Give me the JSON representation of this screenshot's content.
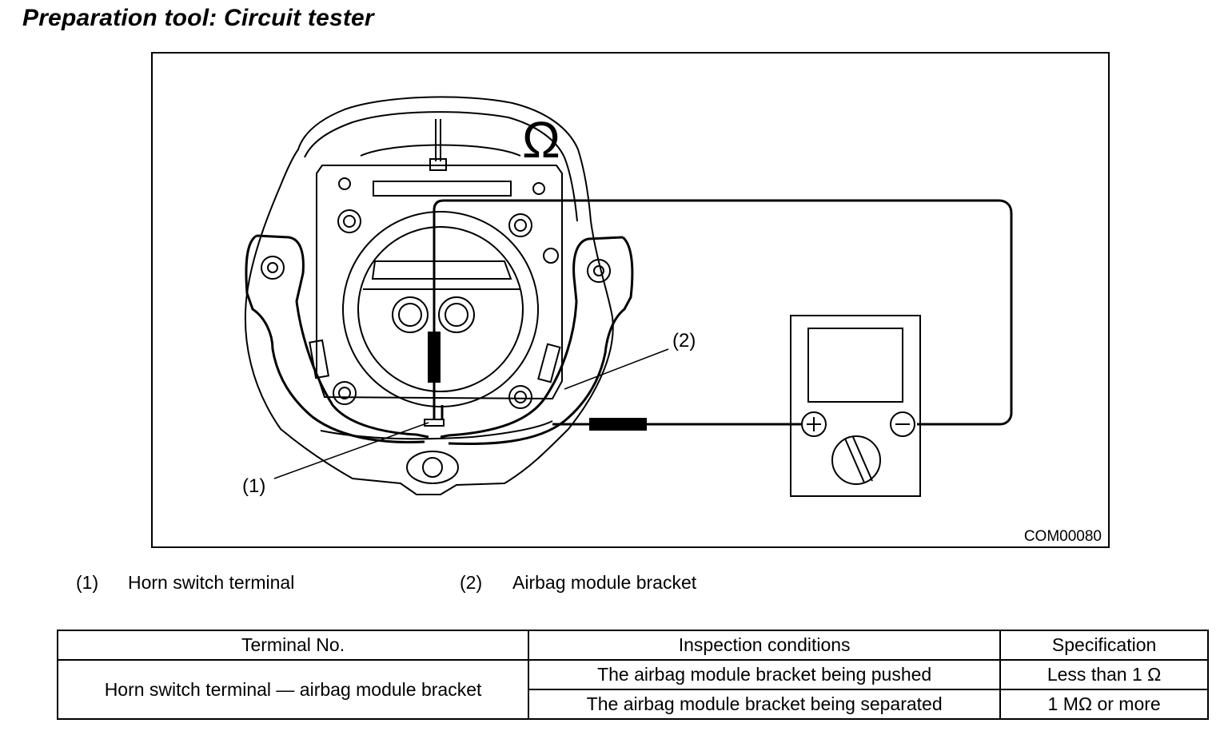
{
  "title": "Preparation tool: Circuit tester",
  "figure": {
    "label_1": "(1)",
    "label_2": "(2)",
    "meter_symbol": "Ω",
    "code": "COM00080",
    "icons": [
      "ohm-meter-icon",
      "plus-terminal-icon",
      "minus-terminal-icon",
      "selector-knob-icon"
    ]
  },
  "legend": [
    {
      "num": "(1)",
      "text": "Horn switch terminal"
    },
    {
      "num": "(2)",
      "text": "Airbag module bracket"
    }
  ],
  "table": {
    "headers": [
      "Terminal No.",
      "Inspection conditions",
      "Specification"
    ],
    "terminal": "Horn switch terminal — airbag module bracket",
    "rows": [
      {
        "condition": "The airbag module bracket being pushed",
        "spec": "Less than 1 Ω"
      },
      {
        "condition": "The airbag module bracket being separated",
        "spec": "1 MΩ or more"
      }
    ]
  }
}
